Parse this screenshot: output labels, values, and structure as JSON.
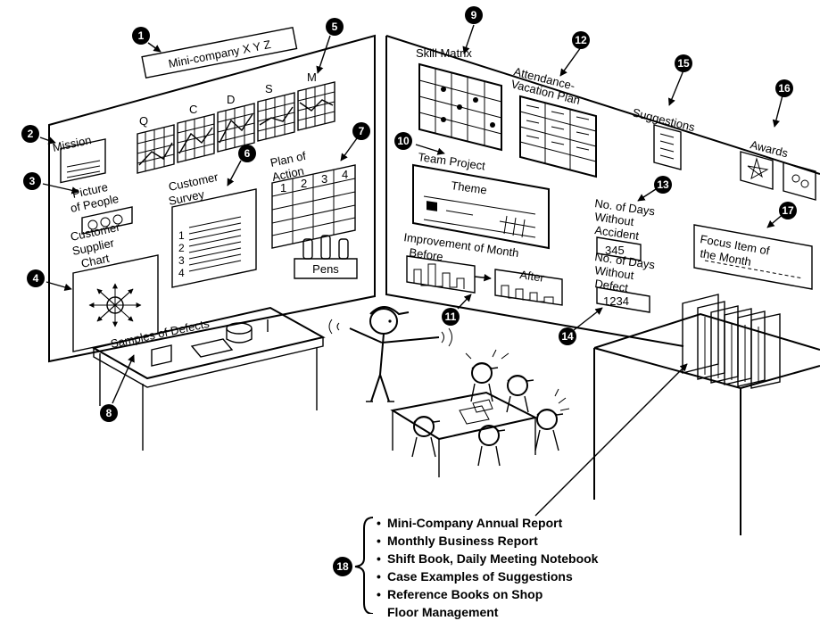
{
  "left_wall": {
    "mini_company": "Mini-company X Y Z",
    "mission": "Mission",
    "qcdsm": [
      "Q",
      "C",
      "D",
      "S",
      "M"
    ],
    "picture": [
      "Picture",
      "of People"
    ],
    "customer_survey": [
      "Customer",
      "Survey"
    ],
    "survey_numbers": [
      "1",
      "2",
      "3",
      "4"
    ],
    "plan_of_action": [
      "Plan of",
      "Action"
    ],
    "plan_columns": [
      "1",
      "2",
      "3",
      "4"
    ],
    "customer_supplier": [
      "Customer",
      "Supplier",
      "Chart"
    ],
    "pens": "Pens"
  },
  "table": {
    "samples": "Samples of Defects"
  },
  "right_wall": {
    "skill_matrix": "Skill Matrix",
    "attendance": [
      "Attendance-",
      "Vacation Plan"
    ],
    "suggestions": "Suggestions",
    "awards": "Awards",
    "team_project": "Team Project",
    "theme": "Theme",
    "days_accident": [
      "No. of Days",
      "Without",
      "Accident"
    ],
    "accident_count": "345",
    "days_defect": [
      "No. of Days",
      "Without",
      "Defect"
    ],
    "defect_count": "1234",
    "improvement": "Improvement of Month",
    "before": "Before",
    "after": "After",
    "focus": [
      "Focus Item of",
      "the Month"
    ]
  },
  "callouts": [
    "1",
    "2",
    "3",
    "4",
    "5",
    "6",
    "7",
    "8",
    "9",
    "10",
    "11",
    "12",
    "13",
    "14",
    "15",
    "16",
    "17",
    "18"
  ],
  "reports": [
    "Mini-Company Annual Report",
    "Monthly Business Report",
    "Shift Book, Daily Meeting Notebook",
    "Case Examples of Suggestions",
    "Reference Books on Shop",
    "Floor Management"
  ]
}
